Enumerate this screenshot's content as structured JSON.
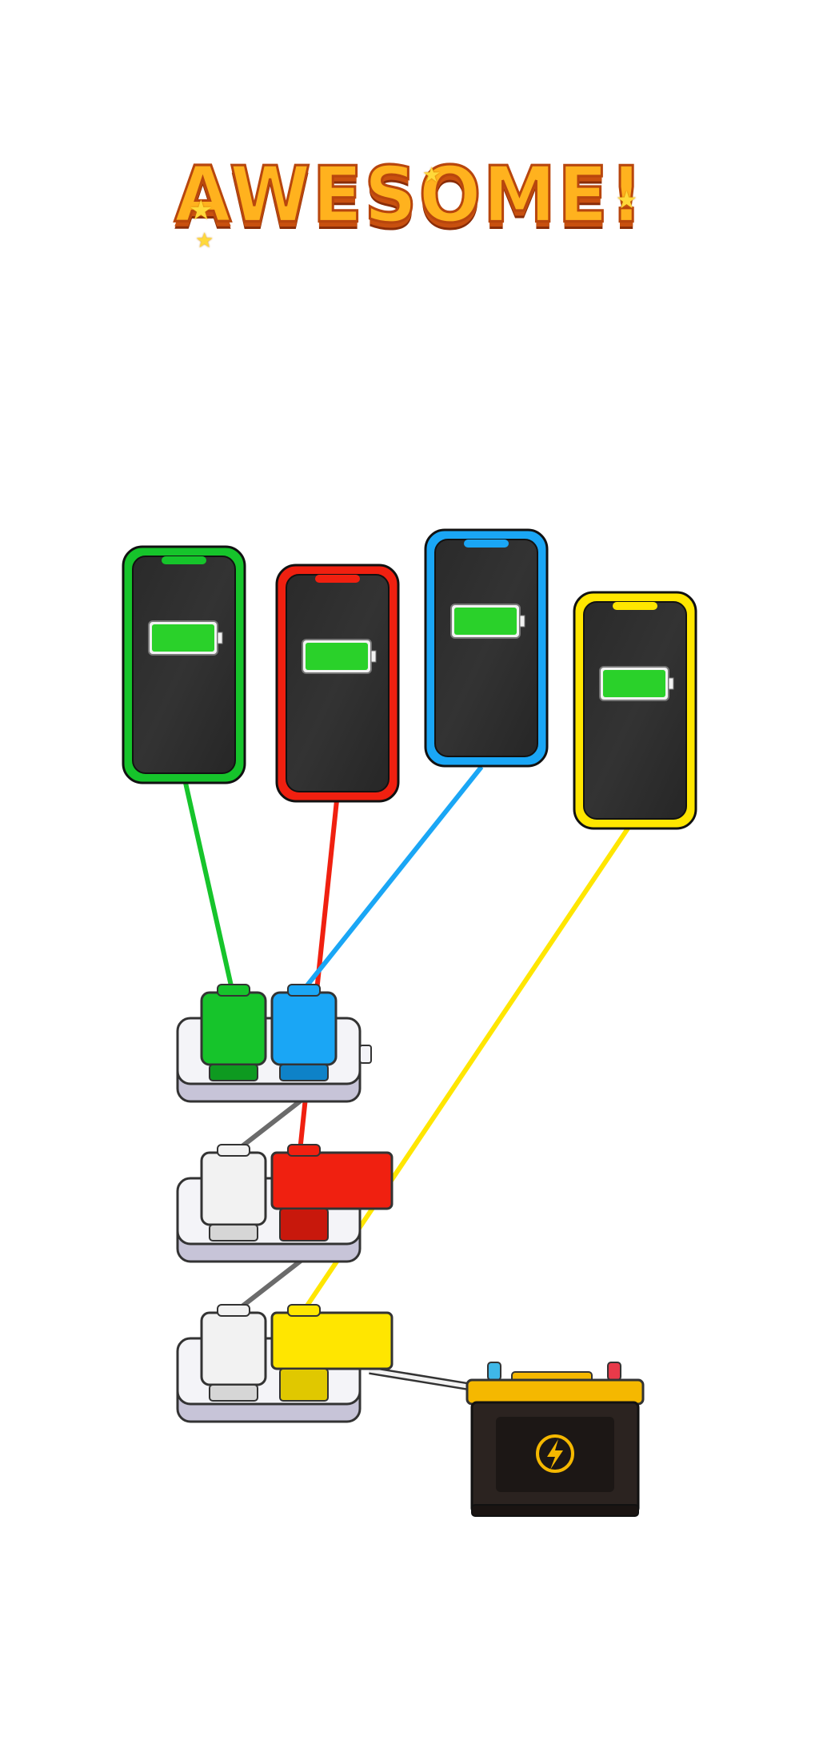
{
  "banner": {
    "text": "AWESOME!"
  },
  "icons": {
    "title_stars": "star-icon",
    "battery": "lightning-bolt-icon",
    "phone_charge": "battery-full-icon"
  },
  "colors": {
    "green": "#16c42b",
    "red": "#f02010",
    "blue": "#1aa6f5",
    "yellow": "#ffe600",
    "cable_gray": "#6b6b6b",
    "phone_body": "#232323",
    "battery_fill": "#2ad12a",
    "car_battery_top": "#f5b800",
    "car_battery_body": "#2b2320"
  },
  "phones": [
    {
      "color": "green",
      "charge": 1.0
    },
    {
      "color": "red",
      "charge": 1.0
    },
    {
      "color": "blue",
      "charge": 1.0
    },
    {
      "color": "yellow",
      "charge": 1.0
    }
  ],
  "power_strips": [
    {
      "plugs": [
        "green",
        "blue"
      ]
    },
    {
      "plugs": [
        "white",
        "red"
      ]
    },
    {
      "plugs": [
        "white",
        "yellow"
      ]
    }
  ]
}
